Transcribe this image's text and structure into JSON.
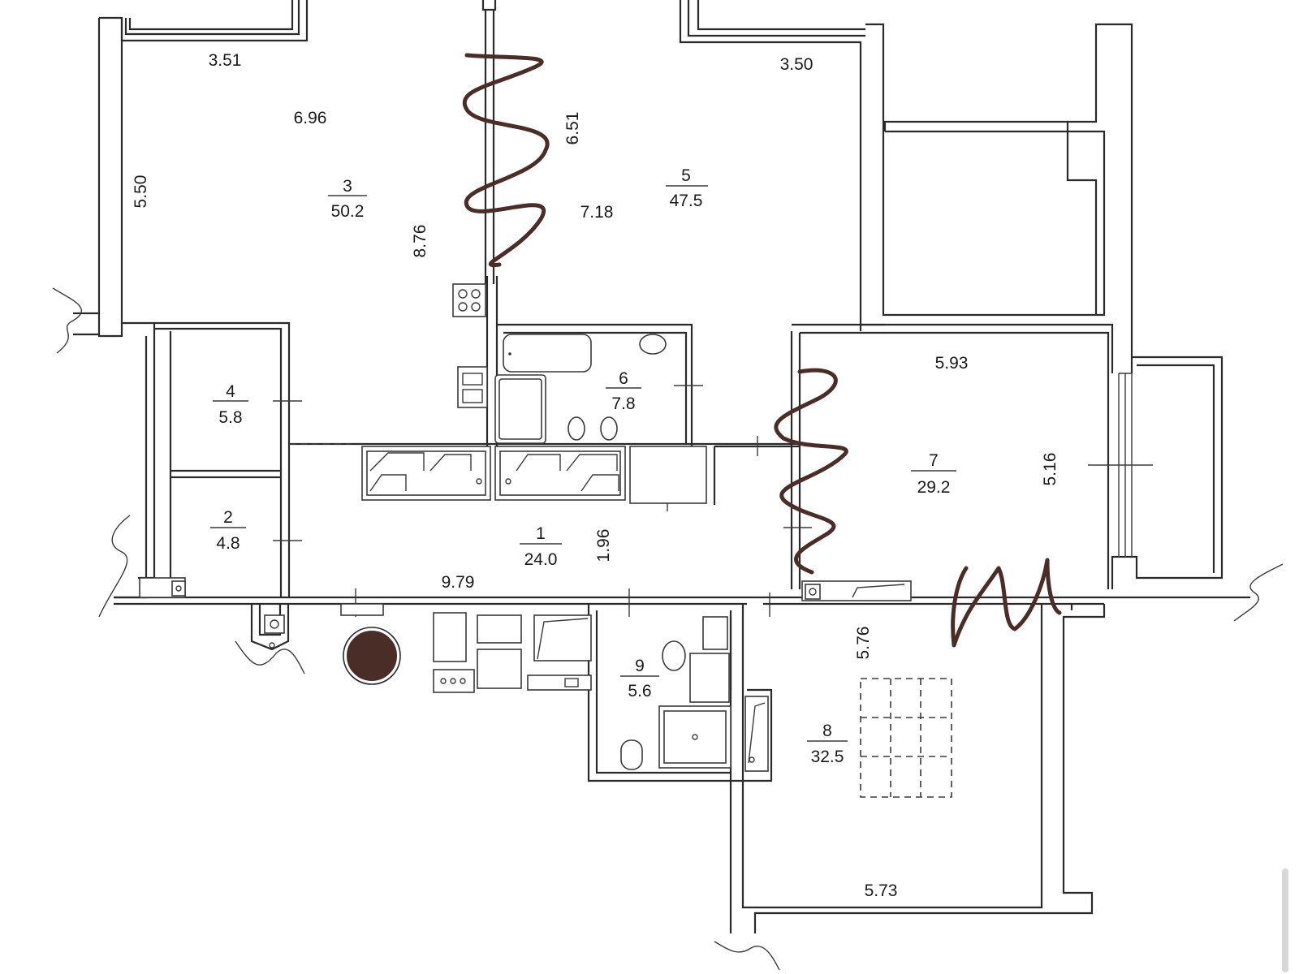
{
  "rooms": [
    {
      "id": "1",
      "number": "1",
      "area": "24.0"
    },
    {
      "id": "2",
      "number": "2",
      "area": "4.8"
    },
    {
      "id": "3",
      "number": "3",
      "area": "50.2"
    },
    {
      "id": "4",
      "number": "4",
      "area": "5.8"
    },
    {
      "id": "5",
      "number": "5",
      "area": "47.5"
    },
    {
      "id": "6",
      "number": "6",
      "area": "7.8"
    },
    {
      "id": "7",
      "number": "7",
      "area": "29.2"
    },
    {
      "id": "8",
      "number": "8",
      "area": "32.5"
    },
    {
      "id": "9",
      "number": "9",
      "area": "5.6"
    }
  ],
  "dimensions": {
    "d351": "3.51",
    "d696": "6.96",
    "d550": "5.50",
    "d876": "8.76",
    "d651": "6.51",
    "d718": "7.18",
    "d350": "3.50",
    "d593": "5.93",
    "d516": "5.16",
    "d196": "1.96",
    "d979": "9.79",
    "d576": "5.76",
    "d573": "5.73"
  },
  "colors": {
    "wall": "#2a2a2a",
    "marker": "#4a2d26"
  }
}
